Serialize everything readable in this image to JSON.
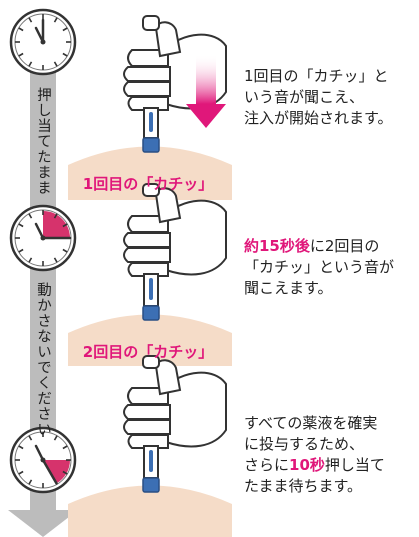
{
  "colors": {
    "accent": "#e0177a",
    "arrow_gray": "#bcbcbc",
    "skin": "#f5dcc8",
    "pen_blue": "#3c6fb4",
    "clock_sector": "#d6336c"
  },
  "icons": [
    "clock-icon",
    "autoinjector-pen-icon",
    "hand-icon",
    "down-arrow-icon"
  ],
  "side_arrow": {
    "text_1": "押し当てたまま",
    "text_2": "動かさないでください"
  },
  "steps": [
    {
      "click_label": "1回目の「カチッ」",
      "lines": [
        "1回目の「カチッ」と",
        "いう音が聞こえ、",
        "注入が開始されます。"
      ]
    },
    {
      "click_label": "2回目の「カチッ」",
      "line1_highlight": "約15秒後",
      "line1_rest": "に2回目の",
      "line2": "「カチッ」という音が",
      "line3": "聞こえます。"
    },
    {
      "line1": "すべての薬液を確実",
      "line2": "に投与するため、",
      "line3_pre": "さらに",
      "line3_highlight": "10秒",
      "line3_post": "押し当て",
      "line4": "たまま待ちます。"
    }
  ]
}
